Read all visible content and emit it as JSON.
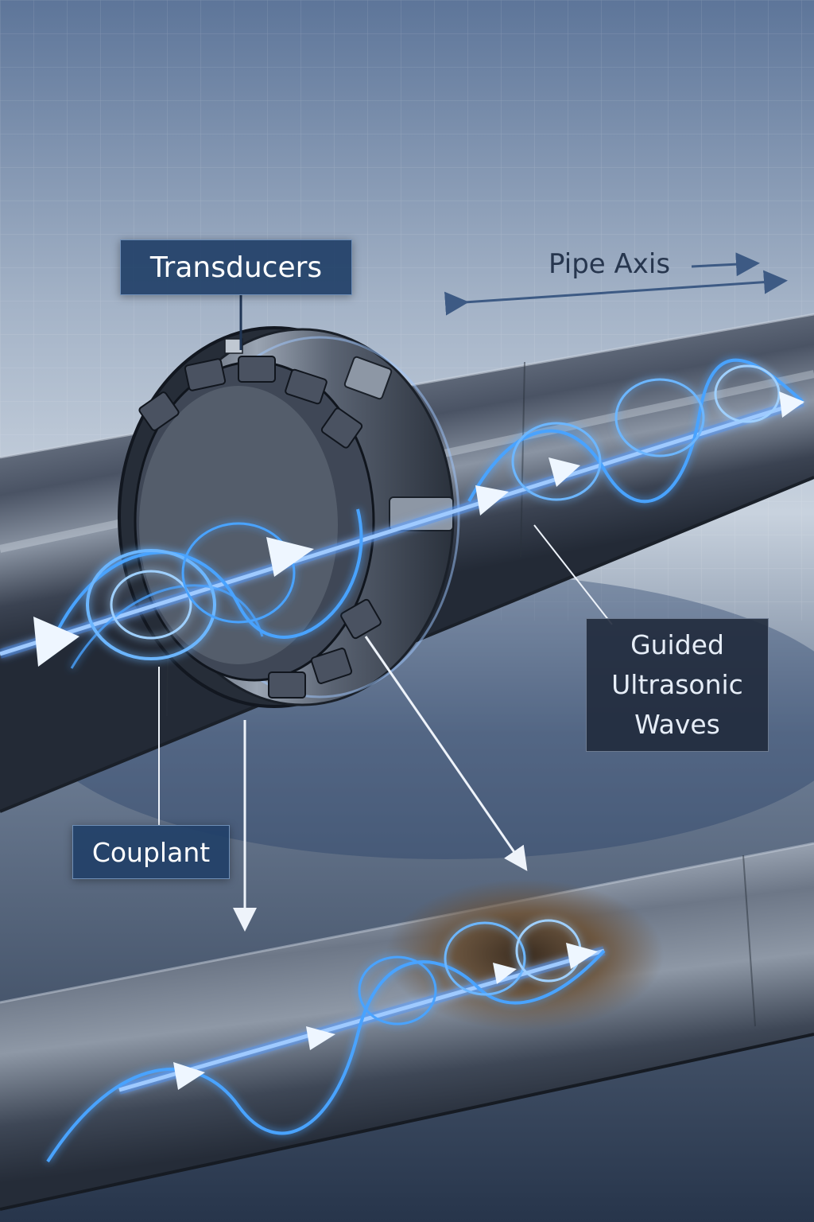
{
  "labels": {
    "transducers": "Transducers",
    "pipe_axis": "Pipe Axis",
    "guided_line1": "Guided",
    "guided_line2": "Ultrasonic",
    "guided_line3": "Waves",
    "couplant": "Couplant"
  },
  "colors": {
    "label_box": "#224068",
    "wave_glow": "#2f8cff",
    "pipe_steel": "#6c7686",
    "corrosion": "#5a4630",
    "axis_arrow": "#3d5a84"
  }
}
